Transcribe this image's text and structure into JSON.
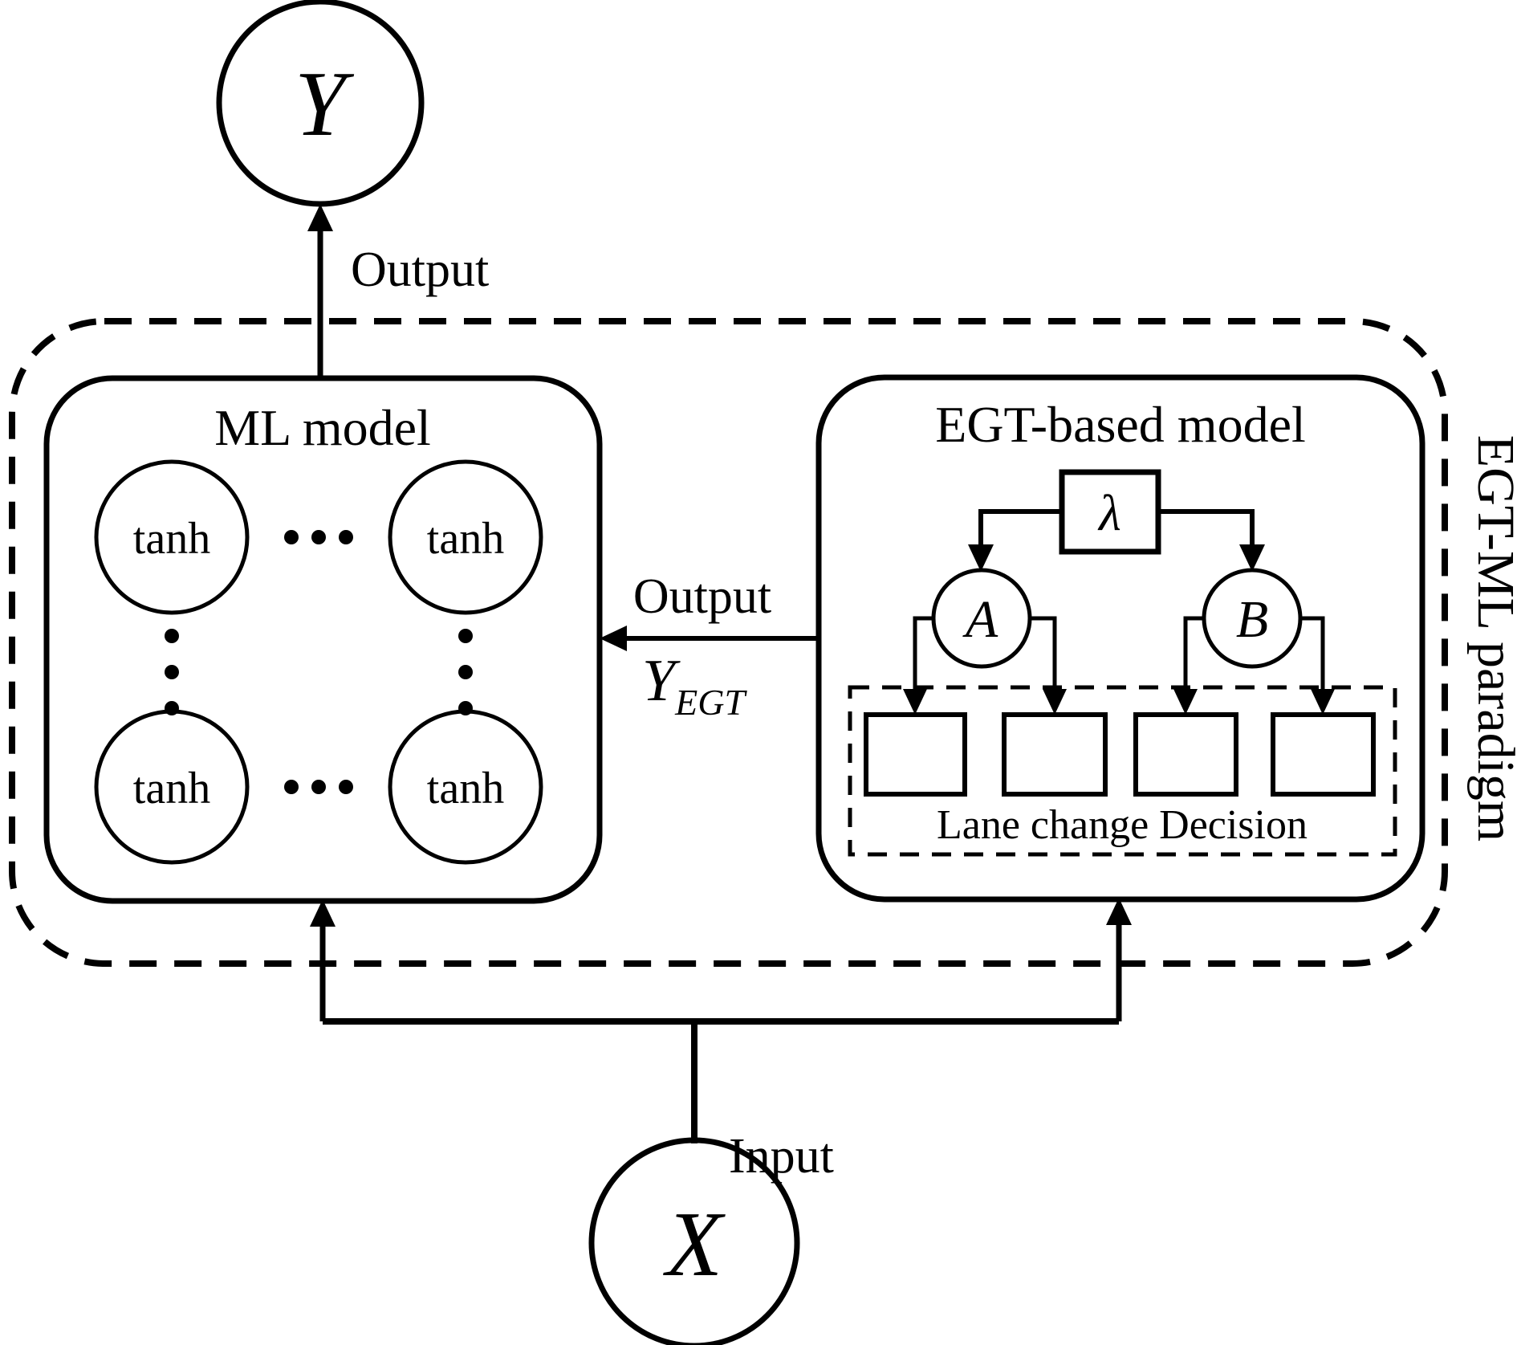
{
  "figure": {
    "paradigm_label": "EGT-ML paradigm",
    "colors": {
      "stroke": "#000000",
      "background": "#ffffff",
      "y_node_fill": "#dbe8f5",
      "x_node_fill": "#fae4d3",
      "neuron_fill": "#efefef",
      "inner_node_fill": "#ffffff"
    },
    "y_node_label": "Y",
    "x_node_label": "X",
    "top_output_label": "Output",
    "input_label": "Input",
    "ml_model": {
      "title": "ML model",
      "neuron_label": "tanh"
    },
    "egt_model": {
      "title": "EGT-based model",
      "lambda_label": "λ",
      "strategy_a_label": "A",
      "strategy_b_label": "B",
      "decision_label": "Lane change Decision"
    },
    "egt_output": {
      "label": "Output",
      "symbol_base": "Y",
      "symbol_subscript": "EGT"
    }
  }
}
